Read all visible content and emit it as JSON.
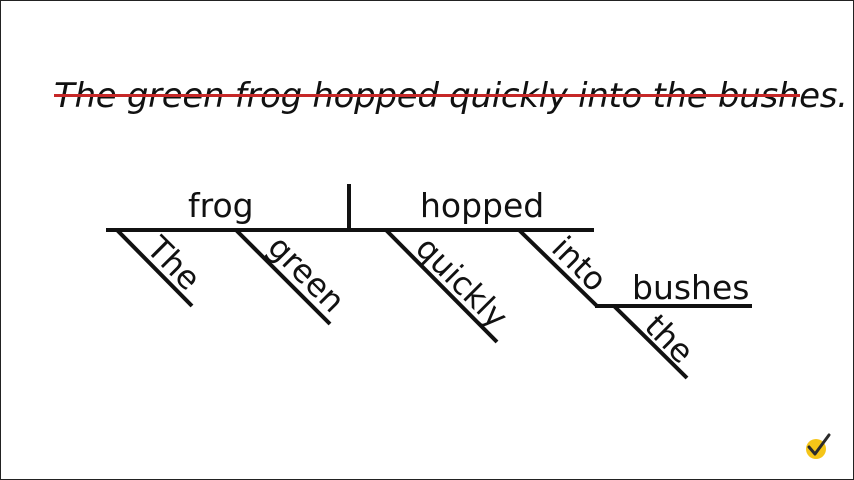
{
  "sentence": {
    "text": "The green frog hopped quickly into the bushes.",
    "strike_color": "#c62828"
  },
  "diagram": {
    "subject": "frog",
    "verb": "hopped",
    "modifiers": [
      "The",
      "green",
      "quickly",
      "into",
      "the"
    ],
    "object": "bushes"
  },
  "logo": {
    "icon": "checkmark-icon",
    "color": "#f5c518"
  }
}
